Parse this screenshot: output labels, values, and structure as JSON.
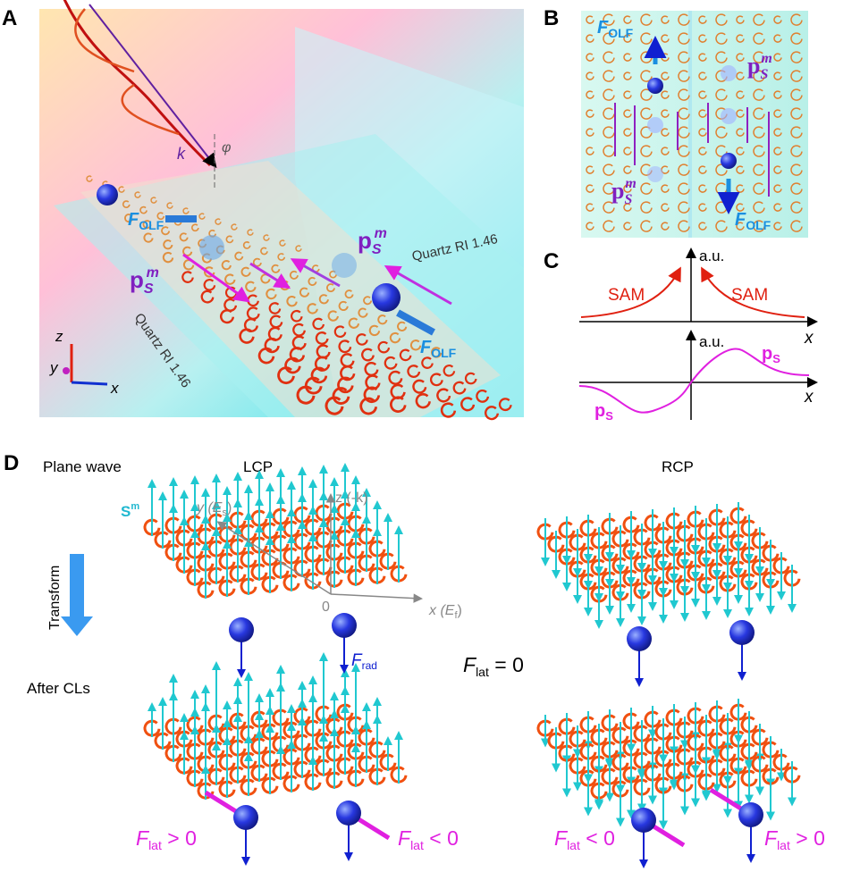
{
  "panels": {
    "a": {
      "label": "A",
      "k": "k",
      "phi": "φ",
      "f_olf_main": "F",
      "f_olf_sub": "OLF",
      "ps_main": "p",
      "ps_sub": "S",
      "ps_sup": "m",
      "quartz_top": "Quartz RI 1.46",
      "quartz_bottom": "Quartz RI 1.46",
      "axis_z": "z",
      "axis_y": "y",
      "axis_x": "x"
    },
    "b": {
      "label": "B",
      "f_olf_main": "F",
      "f_olf_sub": "OLF",
      "ps_main": "p",
      "ps_sub": "S",
      "ps_sup": "m"
    },
    "c": {
      "label": "C",
      "au": "a.u.",
      "sam": "SAM",
      "x": "x",
      "ps_main": "p",
      "ps_sub": "S"
    },
    "d": {
      "label": "D",
      "plane_wave": "Plane wave",
      "lcp": "LCP",
      "rcp": "RCP",
      "sm": "S",
      "sm_sup": "m",
      "axis_y": "y (E",
      "axis_y_sub": "s",
      "axis_z": "z (-k)",
      "axis_x": "x (E",
      "axis_x_sub": "f",
      "origin": "0",
      "transform": "Transform",
      "after_cls": "After CLs",
      "f_rad_main": "F",
      "f_rad_sub": "rad",
      "f_main": "F",
      "f_lat_sub": "lat",
      "f_lat_zero": " = 0",
      "f_lat_pos": " > 0",
      "f_lat_neg": " < 0"
    }
  },
  "colors": {
    "magenta": "#e020e0",
    "blue": "#1a8fe0",
    "red": "#e02010",
    "cyan": "#20c8d0",
    "purple": "#8020c0"
  }
}
